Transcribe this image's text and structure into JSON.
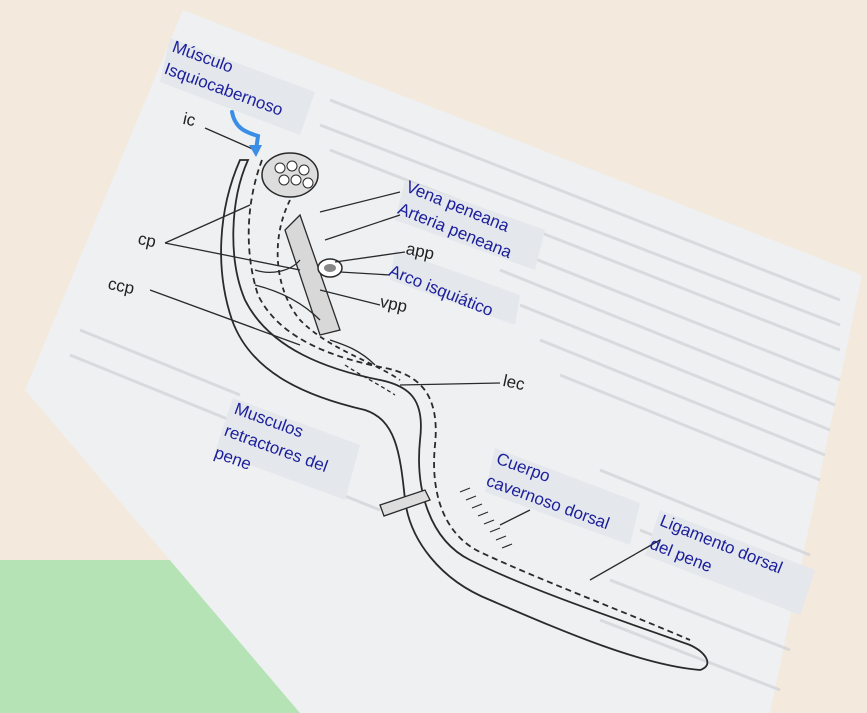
{
  "labels": {
    "musculo_isquio_1": "Músculo",
    "musculo_isquio_2": "Isquiocabernoso",
    "ic": "ic",
    "cp": "cp",
    "ccp": "ccp",
    "vena_peneana": "Vena peneana",
    "arteria_peneana": "Arteria peneana",
    "app": "app",
    "arco_isquiatico": "Arco isquiático",
    "vpp": "vpp",
    "lec": "lec",
    "musculos_retractores_1": "Musculos",
    "musculos_retractores_2": "retractores del",
    "musculos_retractores_3": "pene",
    "cuerpo_cavernoso_1": "Cuerpo",
    "cuerpo_cavernoso_2": "cavernoso dorsal",
    "ligamento_dorsal_1": "Ligamento dorsal",
    "ligamento_dorsal_2": "del pene"
  },
  "colors": {
    "background": "#f3e9dd",
    "green_patch": "#b5e3b6",
    "photo_paper": "#eef0f2",
    "label_blue": "#1b1f9b",
    "arrow_blue": "#3a8ee6",
    "line": "#2a2a2a"
  }
}
